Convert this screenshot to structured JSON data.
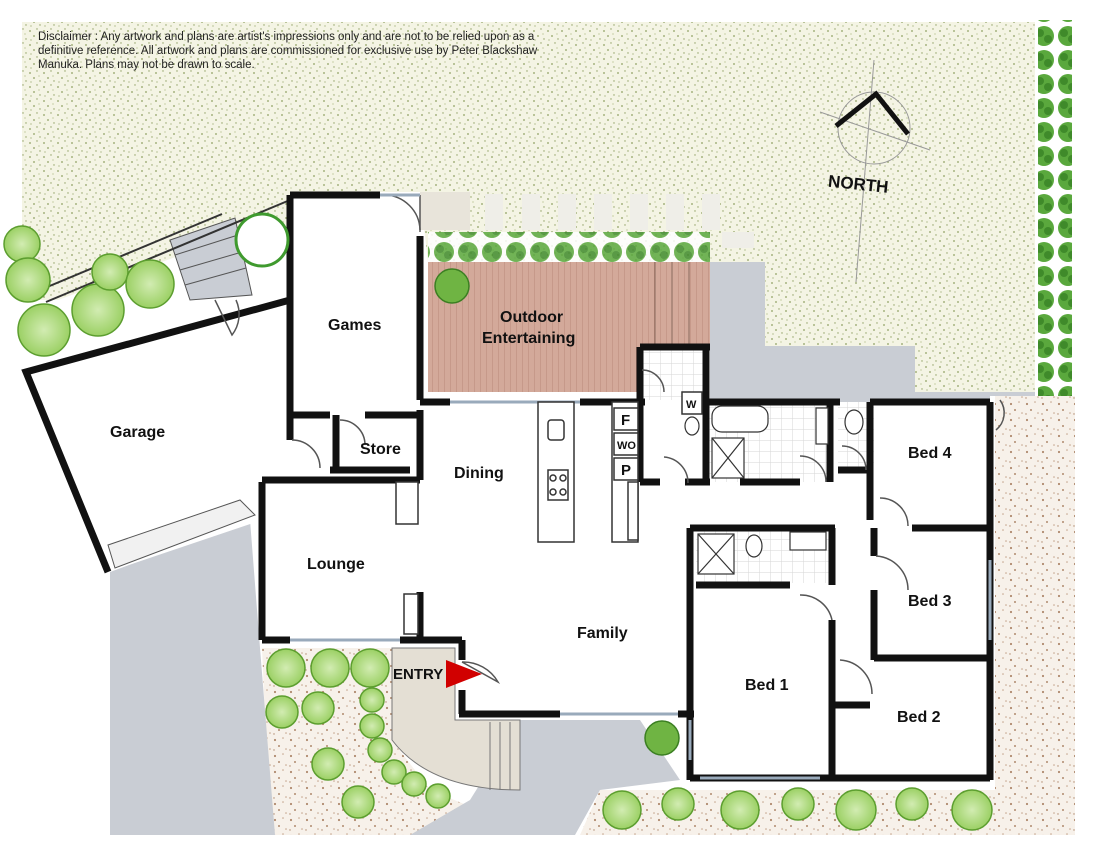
{
  "disclaimer": "Disclaimer : Any artwork and plans are artist's impressions only and are not to be relied upon as a definitive reference. All artwork and plans are commissioned for exclusive use by Peter Blackshaw Manuka. Plans may not be drawn to scale.",
  "compass": {
    "label": "NORTH"
  },
  "rooms": {
    "garage": "Garage",
    "games": "Games",
    "store": "Store",
    "outdoor_line1": "Outdoor",
    "outdoor_line2": "Entertaining",
    "dining": "Dining",
    "lounge": "Lounge",
    "family": "Family",
    "entry": "ENTRY",
    "bed1": "Bed 1",
    "bed2": "Bed 2",
    "bed3": "Bed 3",
    "bed4": "Bed 4",
    "fridge": "F",
    "wo": "WO",
    "pantry": "P",
    "washer": "W"
  },
  "colors": {
    "lawn": "#f4f4e4",
    "lawn_speck": "#8fa063",
    "gravel": "#f7f1ea",
    "gravel_speck": "#b08a6e",
    "deck": "#d3a99a",
    "concrete": "#c9cdd4",
    "paving": "#e4dfd4",
    "wall": "#111111",
    "hedge": "#3f9a2e",
    "tree": "#7cc242",
    "entry_arrow": "#d10000"
  }
}
